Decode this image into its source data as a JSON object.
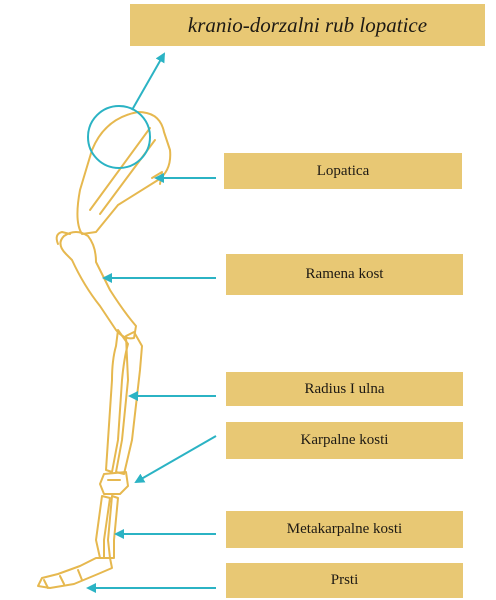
{
  "title": "kranio-dorzalni rub lopatice",
  "labels": {
    "lopatica": "Lopatica",
    "ramena_kost": "Ramena kost",
    "radius_ulna": "Radius I ulna",
    "karpalne_kosti": "Karpalne kosti",
    "metakarpalne_kosti": "Metakarpalne kosti",
    "prsti": "Prsti"
  },
  "colors": {
    "label_fill": "#e8c874",
    "bone_stroke": "#e6b84f",
    "arrow": "#2bb3c4",
    "text": "#1e1a14"
  }
}
